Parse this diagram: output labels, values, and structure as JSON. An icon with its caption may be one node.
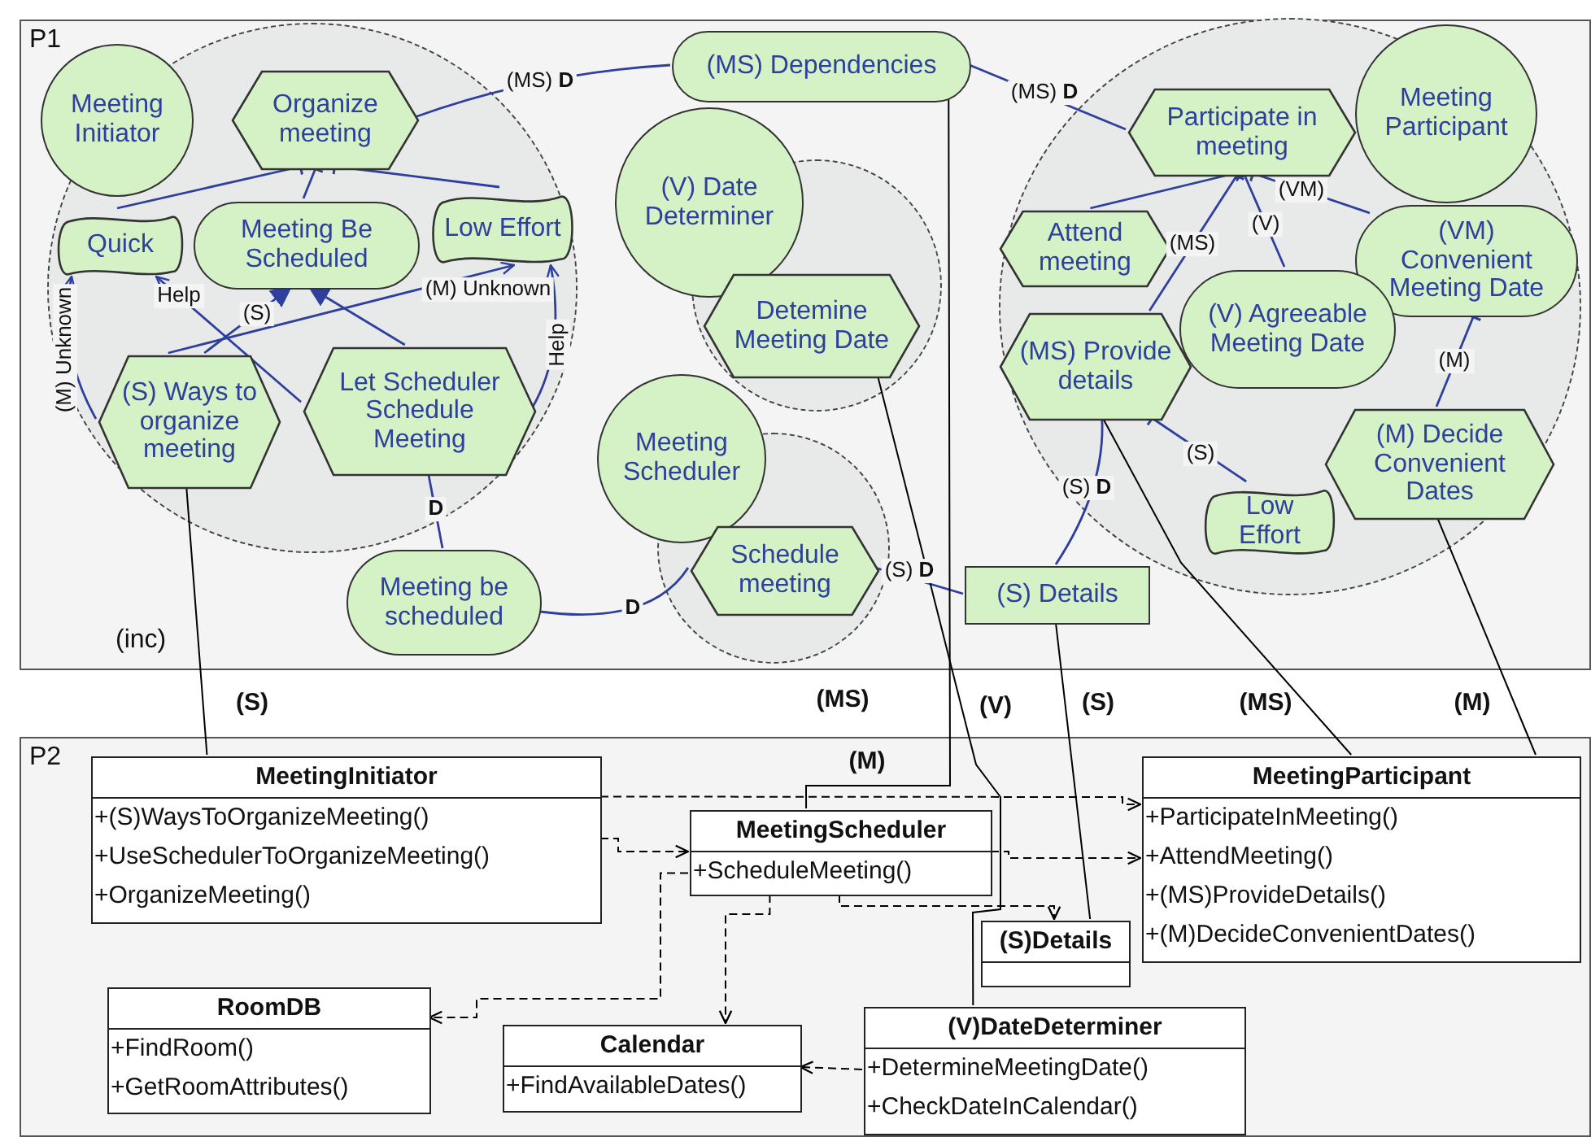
{
  "diagram": {
    "nodes": [
      {
        "text": [
          "P1",
          "(inc)"
        ]
      },
      {
        "text": [],
        "shape": "circle",
        "in": 0
      },
      {
        "text": [
          "Meeting Initiator"
        ],
        "in": 1
      },
      {
        "text": [
          "Organize meeting"
        ],
        "in": 1
      },
      {
        "text": [
          "Quick"
        ],
        "in": 1
      },
      {
        "text": [
          "Meeting Be Scheduled"
        ],
        "in": 1
      },
      {
        "text": [
          "Low Effort"
        ],
        "in": 1
      },
      {
        "text": [
          "(S) Ways to organize meeting"
        ],
        "in": 1
      },
      {
        "text": [
          "Let Scheduler Schedule Meeting"
        ],
        "in": 1
      },
      {
        "text": [
          "Meeting be scheduled"
        ],
        "in": 0
      },
      {
        "text": [
          "(MS) Dependencies"
        ],
        "in": 0
      },
      {
        "text": [],
        "shape": "circle",
        "in": 0
      },
      {
        "text": [
          "(V) Date Determiner"
        ],
        "in": 0
      },
      {
        "text": [
          "Detemine Meeting Date"
        ],
        "in": 11
      },
      {
        "text": [],
        "shape": "circle",
        "in": 0
      },
      {
        "text": [
          "Meeting Scheduler"
        ],
        "in": 0
      },
      {
        "text": [
          "Schedule meeting"
        ],
        "in": 14
      },
      {
        "text": [
          "(S) Details"
        ],
        "in": 0
      },
      {
        "text": [],
        "shape": "circle",
        "in": 0
      },
      {
        "text": [
          "Meeting Participant"
        ],
        "in": 18
      },
      {
        "text": [
          "Participate in meeting"
        ],
        "in": 18
      },
      {
        "text": [
          "Attend meeting"
        ],
        "in": 18
      },
      {
        "text": [
          "(VM) Convenient Meeting Date"
        ],
        "in": 18
      },
      {
        "text": [
          "(MS) Provide details"
        ],
        "in": 18
      },
      {
        "text": [
          "(V) Agreeable Meeting Date"
        ],
        "in": 18
      },
      {
        "text": [
          "(M) Decide Convenient Dates"
        ],
        "in": 18
      },
      {
        "text": [
          "Low Effort"
        ],
        "in": 18
      },
      {
        "text": [
          "P2"
        ]
      },
      {
        "text": [
          "MeetingInitiator",
          "+(S)WaysToOrganizeMeeting()",
          "+UseSchedulerToOrganizeMeeting()",
          "+OrganizeMeeting()"
        ],
        "in": 27
      },
      {
        "text": [
          "MeetingScheduler",
          "+ScheduleMeeting()"
        ],
        "in": 27
      },
      {
        "text": [
          "MeetingParticipant",
          "+ParticipateInMeeting()",
          "+AttendMeeting()",
          "+(MS)ProvideDetails()",
          "+(M)DecideConvenientDates()"
        ],
        "in": 27
      },
      {
        "text": [
          "(S)Details"
        ],
        "in": 27
      },
      {
        "text": [
          "RoomDB",
          "+FindRoom()",
          "+GetRoomAttributes()"
        ],
        "in": 27
      },
      {
        "text": [
          "Calendar",
          "+FindAvailableDates()"
        ],
        "in": 27
      },
      {
        "text": [
          "(V)DateDeterminer",
          "+DetermineMeetingDate()",
          "+CheckDateInCalendar()"
        ],
        "in": 27
      }
    ],
    "edges": [
      {
        "from": 4,
        "to": 3,
        "arrow": "other"
      },
      {
        "from": 5,
        "to": 3,
        "arrow": "other"
      },
      {
        "from": 6,
        "to": 3,
        "arrow": "other"
      },
      {
        "from": 7,
        "to": 5,
        "arrow": "to",
        "label": "(S)"
      },
      {
        "from": 8,
        "to": 5,
        "arrow": "to"
      },
      {
        "from": 7,
        "to": 6,
        "arrow": "to",
        "label": "(M) Unknown"
      },
      {
        "from": 8,
        "to": 4,
        "arrow": "to",
        "label": "Help"
      },
      {
        "from": 7,
        "to": 4,
        "arrow": "to",
        "label": "(M) Unknown"
      },
      {
        "from": 8,
        "to": 6,
        "arrow": "to",
        "label": "Help"
      },
      {
        "from": 8,
        "to": 9,
        "arrow": "none",
        "label": "D"
      },
      {
        "from": 9,
        "to": 16,
        "arrow": "none",
        "label": "D"
      },
      {
        "from": 3,
        "to": 10,
        "arrow": "none",
        "label": "(MS) **D**"
      },
      {
        "from": 10,
        "to": 20,
        "arrow": "none",
        "label": "(MS) **D**"
      },
      {
        "from": 16,
        "to": 17,
        "arrow": "none",
        "label": "(S) **D**"
      },
      {
        "from": 17,
        "to": 23,
        "arrow": "none",
        "label": "(S) **D**"
      },
      {
        "from": 21,
        "to": 20,
        "arrow": "other"
      },
      {
        "from": 23,
        "to": 20,
        "arrow": "other",
        "label": "(MS)"
      },
      {
        "from": 24,
        "to": 20,
        "arrow": "other",
        "label": "(V)"
      },
      {
        "from": 22,
        "to": 20,
        "arrow": "other",
        "label": "(VM)"
      },
      {
        "from": 25,
        "to": 22,
        "arrow": "other",
        "label": "(M)"
      },
      {
        "from": 26,
        "to": 23,
        "arrow": "other",
        "label": "(S)"
      },
      {
        "from": 7,
        "to": 28,
        "arrow": "none",
        "color": "#000000"
      },
      {
        "from": 10,
        "to": 29,
        "arrow": "none",
        "color": "#000000"
      },
      {
        "from": 13,
        "to": 34,
        "arrow": "none",
        "color": "#000000"
      },
      {
        "from": 17,
        "to": 31,
        "arrow": "none",
        "color": "#000000"
      },
      {
        "from": 23,
        "to": 30,
        "arrow": "none",
        "color": "#000000"
      },
      {
        "from": 25,
        "to": 30,
        "arrow": "none",
        "color": "#000000"
      },
      {
        "from": 28,
        "to": 30,
        "arrow": "to",
        "style": "dashed",
        "color": "#000000"
      },
      {
        "from": 28,
        "to": 29,
        "arrow": "to",
        "style": "dashed",
        "color": "#000000"
      },
      {
        "from": 29,
        "to": 30,
        "arrow": "to",
        "style": "dashed",
        "color": "#000000"
      },
      {
        "from": 29,
        "to": 31,
        "arrow": "to",
        "style": "dashed",
        "color": "#000000"
      },
      {
        "from": 29,
        "to": 32,
        "arrow": "to",
        "style": "dashed",
        "color": "#000000"
      },
      {
        "from": 29,
        "to": 33,
        "arrow": "to",
        "style": "dashed",
        "color": "#000000"
      },
      {
        "from": 34,
        "to": 33,
        "arrow": "to",
        "style": "dashed",
        "color": "#000000"
      }
    ],
    "labels": [
      "(S)",
      "(MS)",
      "(V)",
      "(S)",
      "(MS)",
      "(M)",
      "(M)"
    ]
  }
}
